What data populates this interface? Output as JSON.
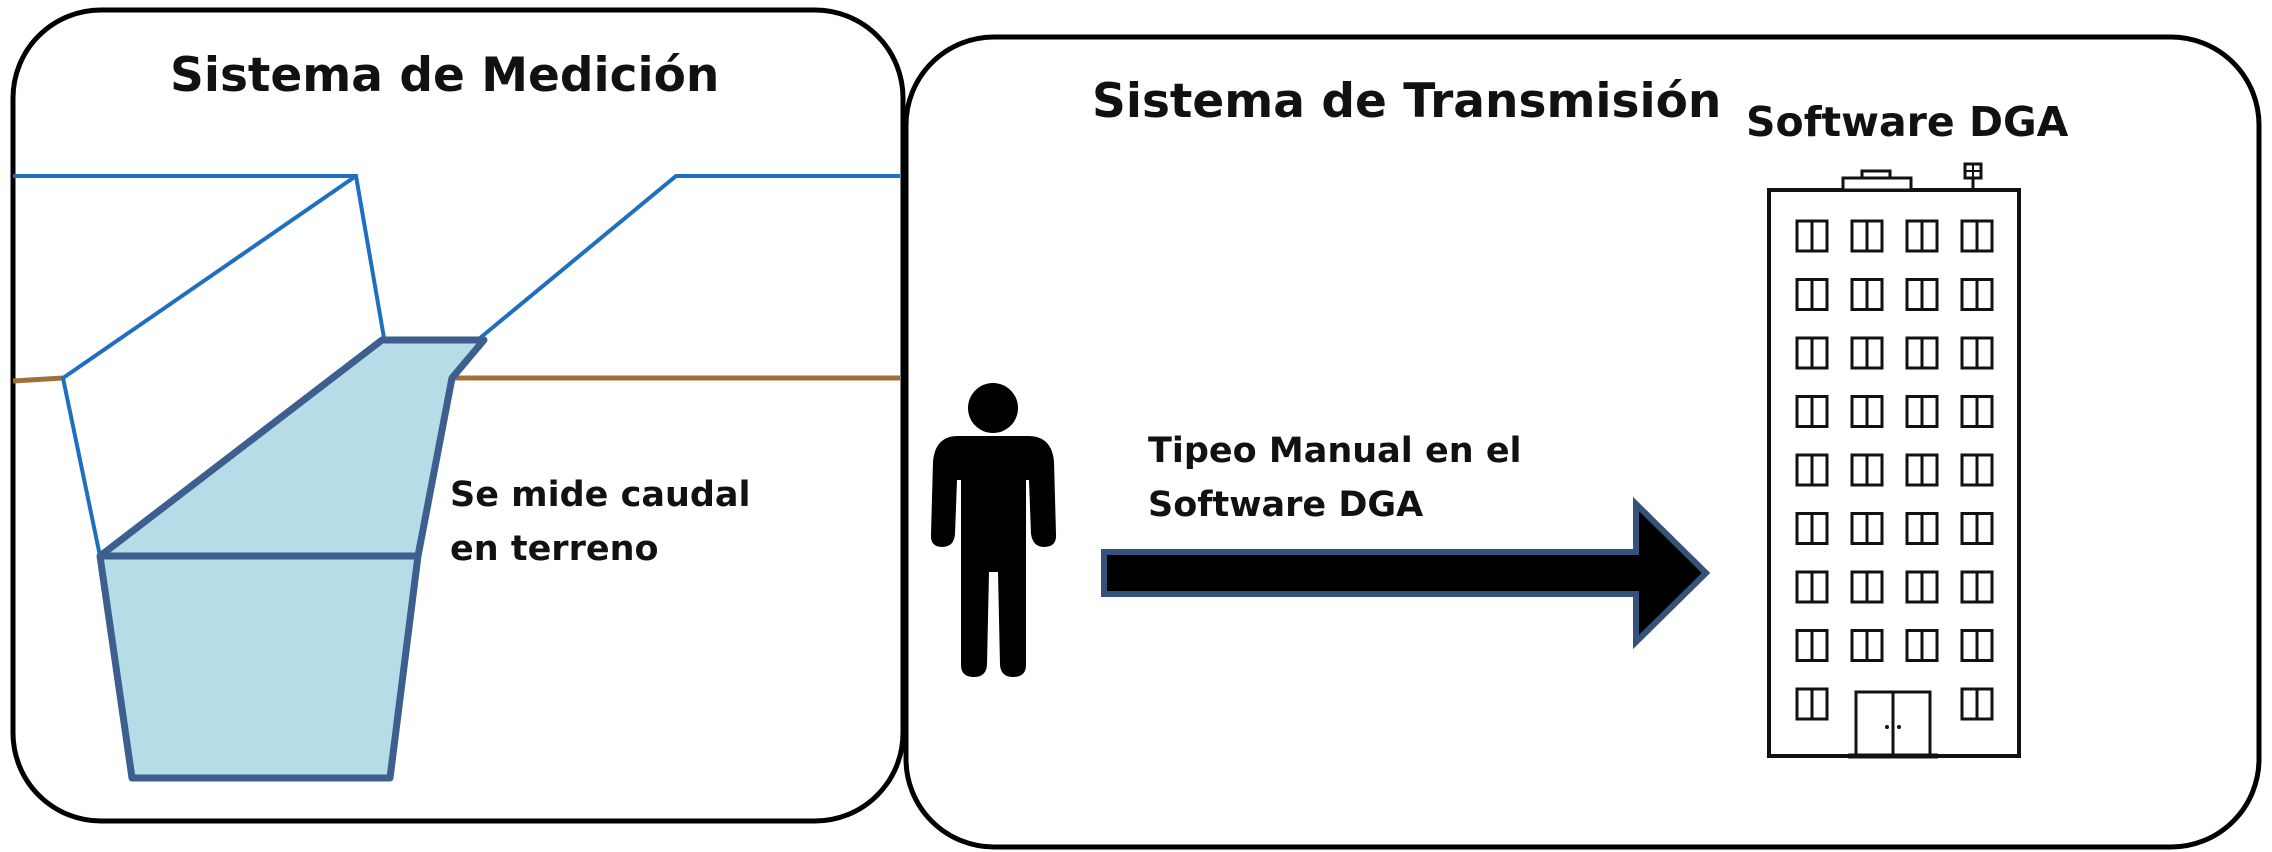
{
  "panels": {
    "measurement": {
      "title": "Sistema de Medición",
      "flow_label": "Se mide caudal en terreno"
    },
    "transmission": {
      "title": "Sistema de Transmisión",
      "arrow_label": "Tipeo Manual en el Software DGA",
      "destination_title": "Software DGA"
    }
  },
  "icons": {
    "person": "person-icon",
    "building": "office-building-icon",
    "arrow": "right-arrow-icon"
  },
  "colors": {
    "panel_border": "#000000",
    "channel_line": "#1f6fc0",
    "ground_line": "#a0703a",
    "water_fill": "#b6dce7",
    "water_stroke": "#3c5f8f",
    "arrow_fill": "#000000",
    "arrow_stroke": "#34527a"
  }
}
